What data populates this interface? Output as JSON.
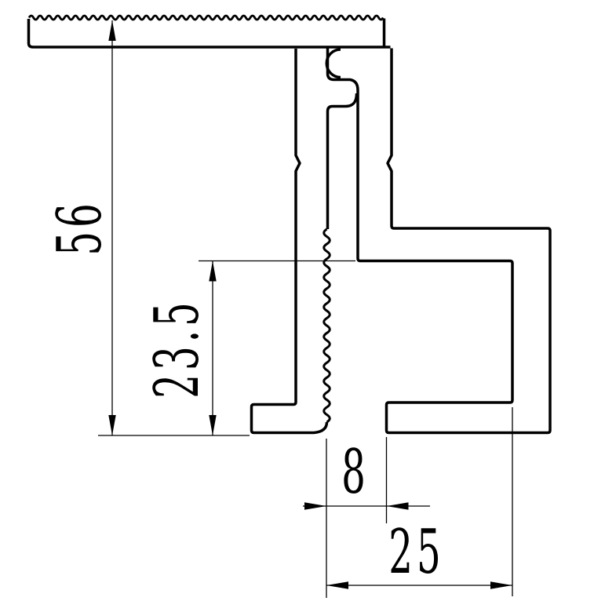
{
  "drawing": {
    "background_color": "#ffffff",
    "line_color": "#000000",
    "type": "extrusion-profile-cross-section",
    "dimensions": {
      "overall_height": {
        "label": "56",
        "orientation": "vertical"
      },
      "slot_depth": {
        "label": "23.5",
        "orientation": "vertical"
      },
      "channel_gap": {
        "label": "8",
        "orientation": "horizontal"
      },
      "base_width": {
        "label": "25",
        "orientation": "horizontal"
      }
    }
  }
}
